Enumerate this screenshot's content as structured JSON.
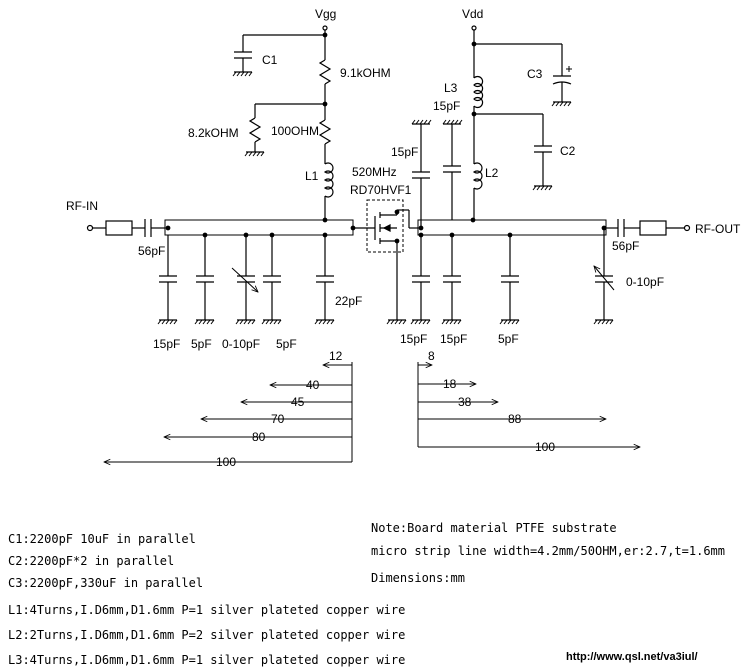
{
  "supply": {
    "vgg": "Vgg",
    "vdd": "Vdd"
  },
  "ports": {
    "rf_in": "RF-IN",
    "rf_out": "RF-OUT"
  },
  "components": {
    "c1": "C1",
    "r1": "9.1kOHM",
    "r2": "8.2kOHM",
    "r3": "100OHM",
    "l1": "L1",
    "freq": "520MHz",
    "transistor": "RD70HVF1",
    "c_in": "56pF",
    "c_in_shunt": [
      "15pF",
      "5pF",
      "0-10pF",
      "5pF"
    ],
    "c_gate": "22pF",
    "l3": "L3",
    "l3_cap": "15pF",
    "drain_cap": "15pF",
    "c3": "C3",
    "c2": "C2",
    "l2": "L2",
    "c_out_shunt": [
      "15pF",
      "15pF",
      "5pF"
    ],
    "c_out": "56pF",
    "c_out_trim": "0-10pF"
  },
  "dimensions": {
    "input": [
      "12",
      "40",
      "45",
      "70",
      "80",
      "100"
    ],
    "output": [
      "8",
      "18",
      "38",
      "88",
      "100"
    ]
  },
  "notes": {
    "caps": [
      "C1:2200pF 10uF in parallel",
      "C2:2200pF*2 in parallel",
      "C3:2200pF,330uF in parallel"
    ],
    "inductors": [
      "L1:4Turns,I.D6mm,D1.6mm P=1 silver plateted copper wire",
      "L2:2Turns,I.D6mm,D1.6mm P=2 silver plateted copper wire",
      "L3:4Turns,I.D6mm,D1.6mm P=1 silver plateted copper wire"
    ],
    "board": [
      "Note:Board material PTFE substrate",
      "micro strip line width=4.2mm/50OHM,er:2.7,t=1.6mm",
      "Dimensions:mm"
    ]
  },
  "url": "http://www.qsl.net/va3iul/"
}
